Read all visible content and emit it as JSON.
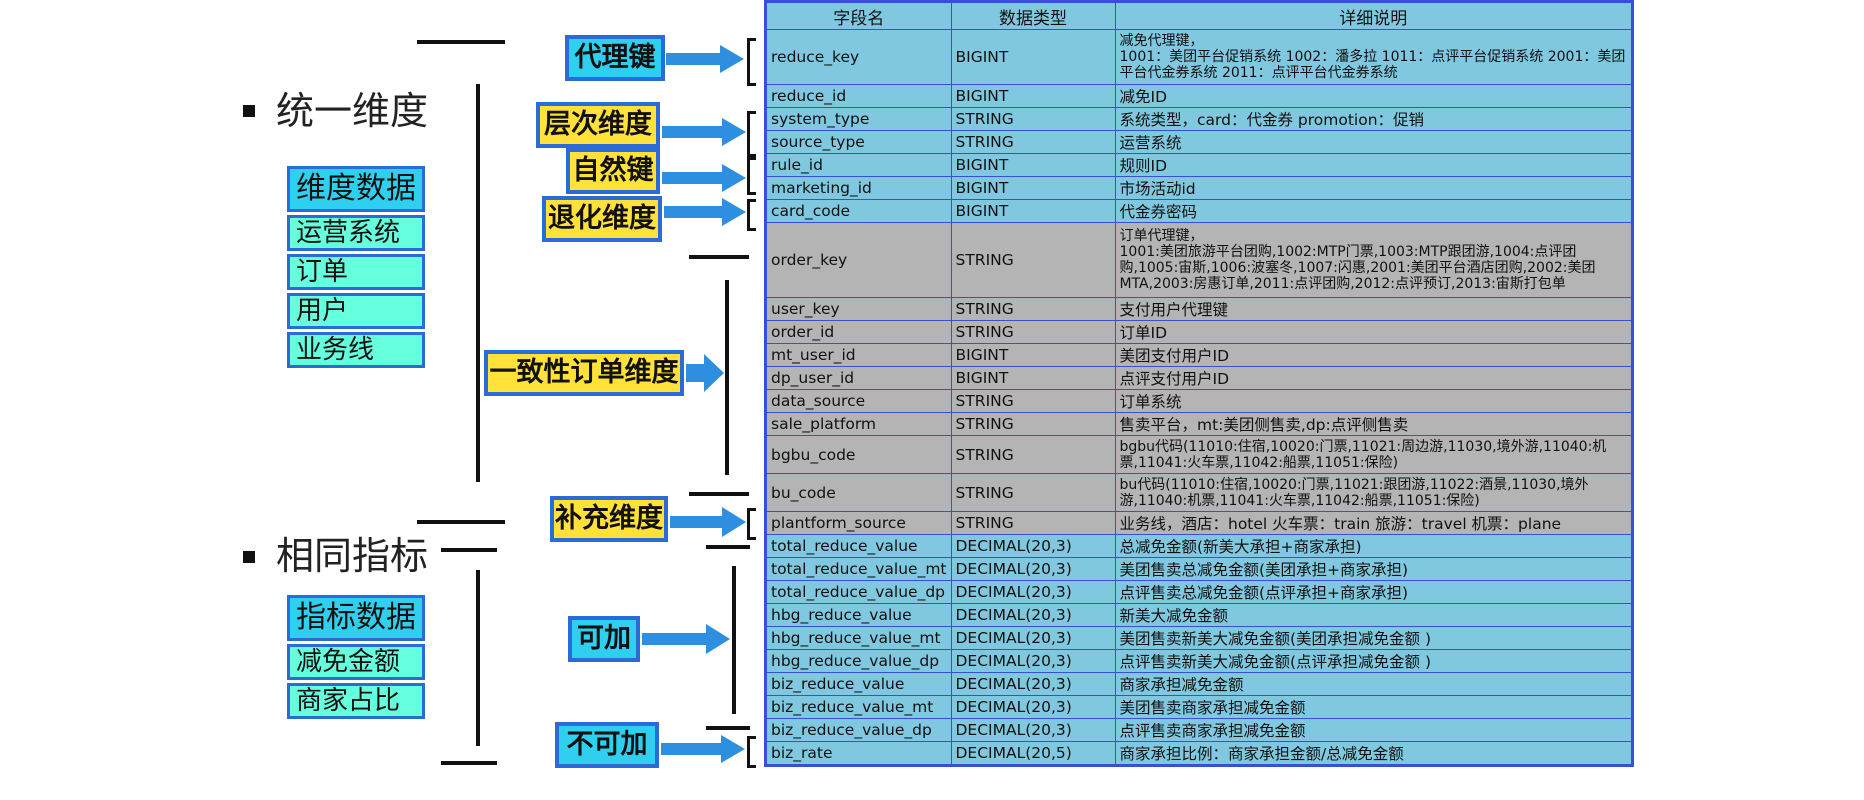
{
  "left": {
    "unified_dimension": "统一维度",
    "dimension_data": {
      "header": "维度数据",
      "items": [
        "运营系统",
        "订单",
        "用户",
        "业务线"
      ]
    },
    "same_metrics": "相同指标",
    "metric_data": {
      "header": "指标数据",
      "items": [
        "减免金额",
        "商家占比"
      ]
    }
  },
  "tags": {
    "proxy_key": "代理键",
    "hierarchy_dim": "层次维度",
    "natural_key": "自然键",
    "degenerate_dim": "退化维度",
    "conformed_order_dim": "一致性订单维度",
    "supplement_dim": "补充维度",
    "additive": "可加",
    "non_additive": "不可加"
  },
  "colors": {
    "tag_blue": "#2fd0ef",
    "tag_yellow": "#ffe13a",
    "cell_mint": "#66ffdd",
    "border_blue": "#2b6bd8",
    "row_blue": "#7fc8e0",
    "row_gray": "#b4b4b4",
    "arrow_blue": "#2e8fe0"
  },
  "table": {
    "headers": [
      "字段名",
      "数据类型",
      "详细说明"
    ],
    "rows": [
      {
        "name": "reduce_key",
        "type": "BIGINT",
        "desc": "减免代理键，\n1001：美团平台促销系统 1002：潘多拉 1011：点评平台促销系统 2001：美团平台代金券系统 2011：点评平台代金券系统",
        "style": "blue",
        "tall": "3"
      },
      {
        "name": "reduce_id",
        "type": "BIGINT",
        "desc": "减免ID",
        "style": "blue"
      },
      {
        "name": "system_type",
        "type": "STRING",
        "desc": "系统类型，card：代金券  promotion：促销",
        "style": "blue"
      },
      {
        "name": "source_type",
        "type": "STRING",
        "desc": "运营系统",
        "style": "blue"
      },
      {
        "name": "rule_id",
        "type": "BIGINT",
        "desc": "规则ID",
        "style": "blue"
      },
      {
        "name": "marketing_id",
        "type": "BIGINT",
        "desc": "市场活动id",
        "style": "blue"
      },
      {
        "name": "card_code",
        "type": "BIGINT",
        "desc": "代金券密码",
        "style": "blue"
      },
      {
        "name": "order_key",
        "type": "STRING",
        "desc": "订单代理键，\n1001:美团旅游平台团购,1002:MTP门票,1003:MTP跟团游,1004:点评团购,1005:宙斯,1006:波塞冬,1007:闪惠,2001:美团平台酒店团购,2002:美团MTA,2003:房惠订单,2011:点评团购,2012:点评预订,2013:宙斯打包单",
        "style": "gray",
        "tall": "4"
      },
      {
        "name": "user_key",
        "type": "STRING",
        "desc": "支付用户代理键",
        "style": "gray"
      },
      {
        "name": "order_id",
        "type": "STRING",
        "desc": "订单ID",
        "style": "gray"
      },
      {
        "name": "mt_user_id",
        "type": "BIGINT",
        "desc": "美团支付用户ID",
        "style": "gray"
      },
      {
        "name": "dp_user_id",
        "type": "BIGINT",
        "desc": "点评支付用户ID",
        "style": "gray"
      },
      {
        "name": "data_source",
        "type": "STRING",
        "desc": "订单系统",
        "style": "gray"
      },
      {
        "name": "sale_platform",
        "type": "STRING",
        "desc": "售卖平台，mt:美团侧售卖,dp:点评侧售卖",
        "style": "gray"
      },
      {
        "name": "bgbu_code",
        "type": "STRING",
        "desc": "bgbu代码(11010:住宿,10020:门票,11021:周边游,11030,境外游,11040:机票,11041:火车票,11042:船票,11051:保险)",
        "style": "gray",
        "tall": "2"
      },
      {
        "name": "bu_code",
        "type": "STRING",
        "desc": "bu代码(11010:住宿,10020:门票,11021:跟团游,11022:酒景,11030,境外游,11040:机票,11041:火车票,11042:船票,11051:保险)",
        "style": "gray",
        "tall": "2"
      },
      {
        "name": "plantform_source",
        "type": "STRING",
        "desc": "业务线，酒店：hotel 火车票：train 旅游：travel 机票：plane",
        "style": "gray"
      },
      {
        "name": "total_reduce_value",
        "type": "DECIMAL(20,3)",
        "desc": "总减免金额(新美大承担+商家承担)",
        "style": "blue"
      },
      {
        "name": "total_reduce_value_mt",
        "type": "DECIMAL(20,3)",
        "desc": "美团售卖总减免金额(美团承担+商家承担)",
        "style": "blue"
      },
      {
        "name": "total_reduce_value_dp",
        "type": "DECIMAL(20,3)",
        "desc": "点评售卖总减免金额(点评承担+商家承担)",
        "style": "blue"
      },
      {
        "name": "hbg_reduce_value",
        "type": "DECIMAL(20,3)",
        "desc": "新美大减免金额",
        "style": "blue"
      },
      {
        "name": "hbg_reduce_value_mt",
        "type": "DECIMAL(20,3)",
        "desc": "美团售卖新美大减免金额(美团承担减免金额 )",
        "style": "blue"
      },
      {
        "name": "hbg_reduce_value_dp",
        "type": "DECIMAL(20,3)",
        "desc": "点评售卖新美大减免金额(点评承担减免金额 )",
        "style": "blue"
      },
      {
        "name": "biz_reduce_value",
        "type": "DECIMAL(20,3)",
        "desc": "商家承担减免金额",
        "style": "blue"
      },
      {
        "name": "biz_reduce_value_mt",
        "type": "DECIMAL(20,3)",
        "desc": "美团售卖商家承担减免金额",
        "style": "blue"
      },
      {
        "name": "biz_reduce_value_dp",
        "type": "DECIMAL(20,3)",
        "desc": "点评售卖商家承担减免金额",
        "style": "blue"
      },
      {
        "name": "biz_rate",
        "type": "DECIMAL(20,5)",
        "desc": "商家承担比例：商家承担金额/总减免金额",
        "style": "blue"
      }
    ]
  }
}
